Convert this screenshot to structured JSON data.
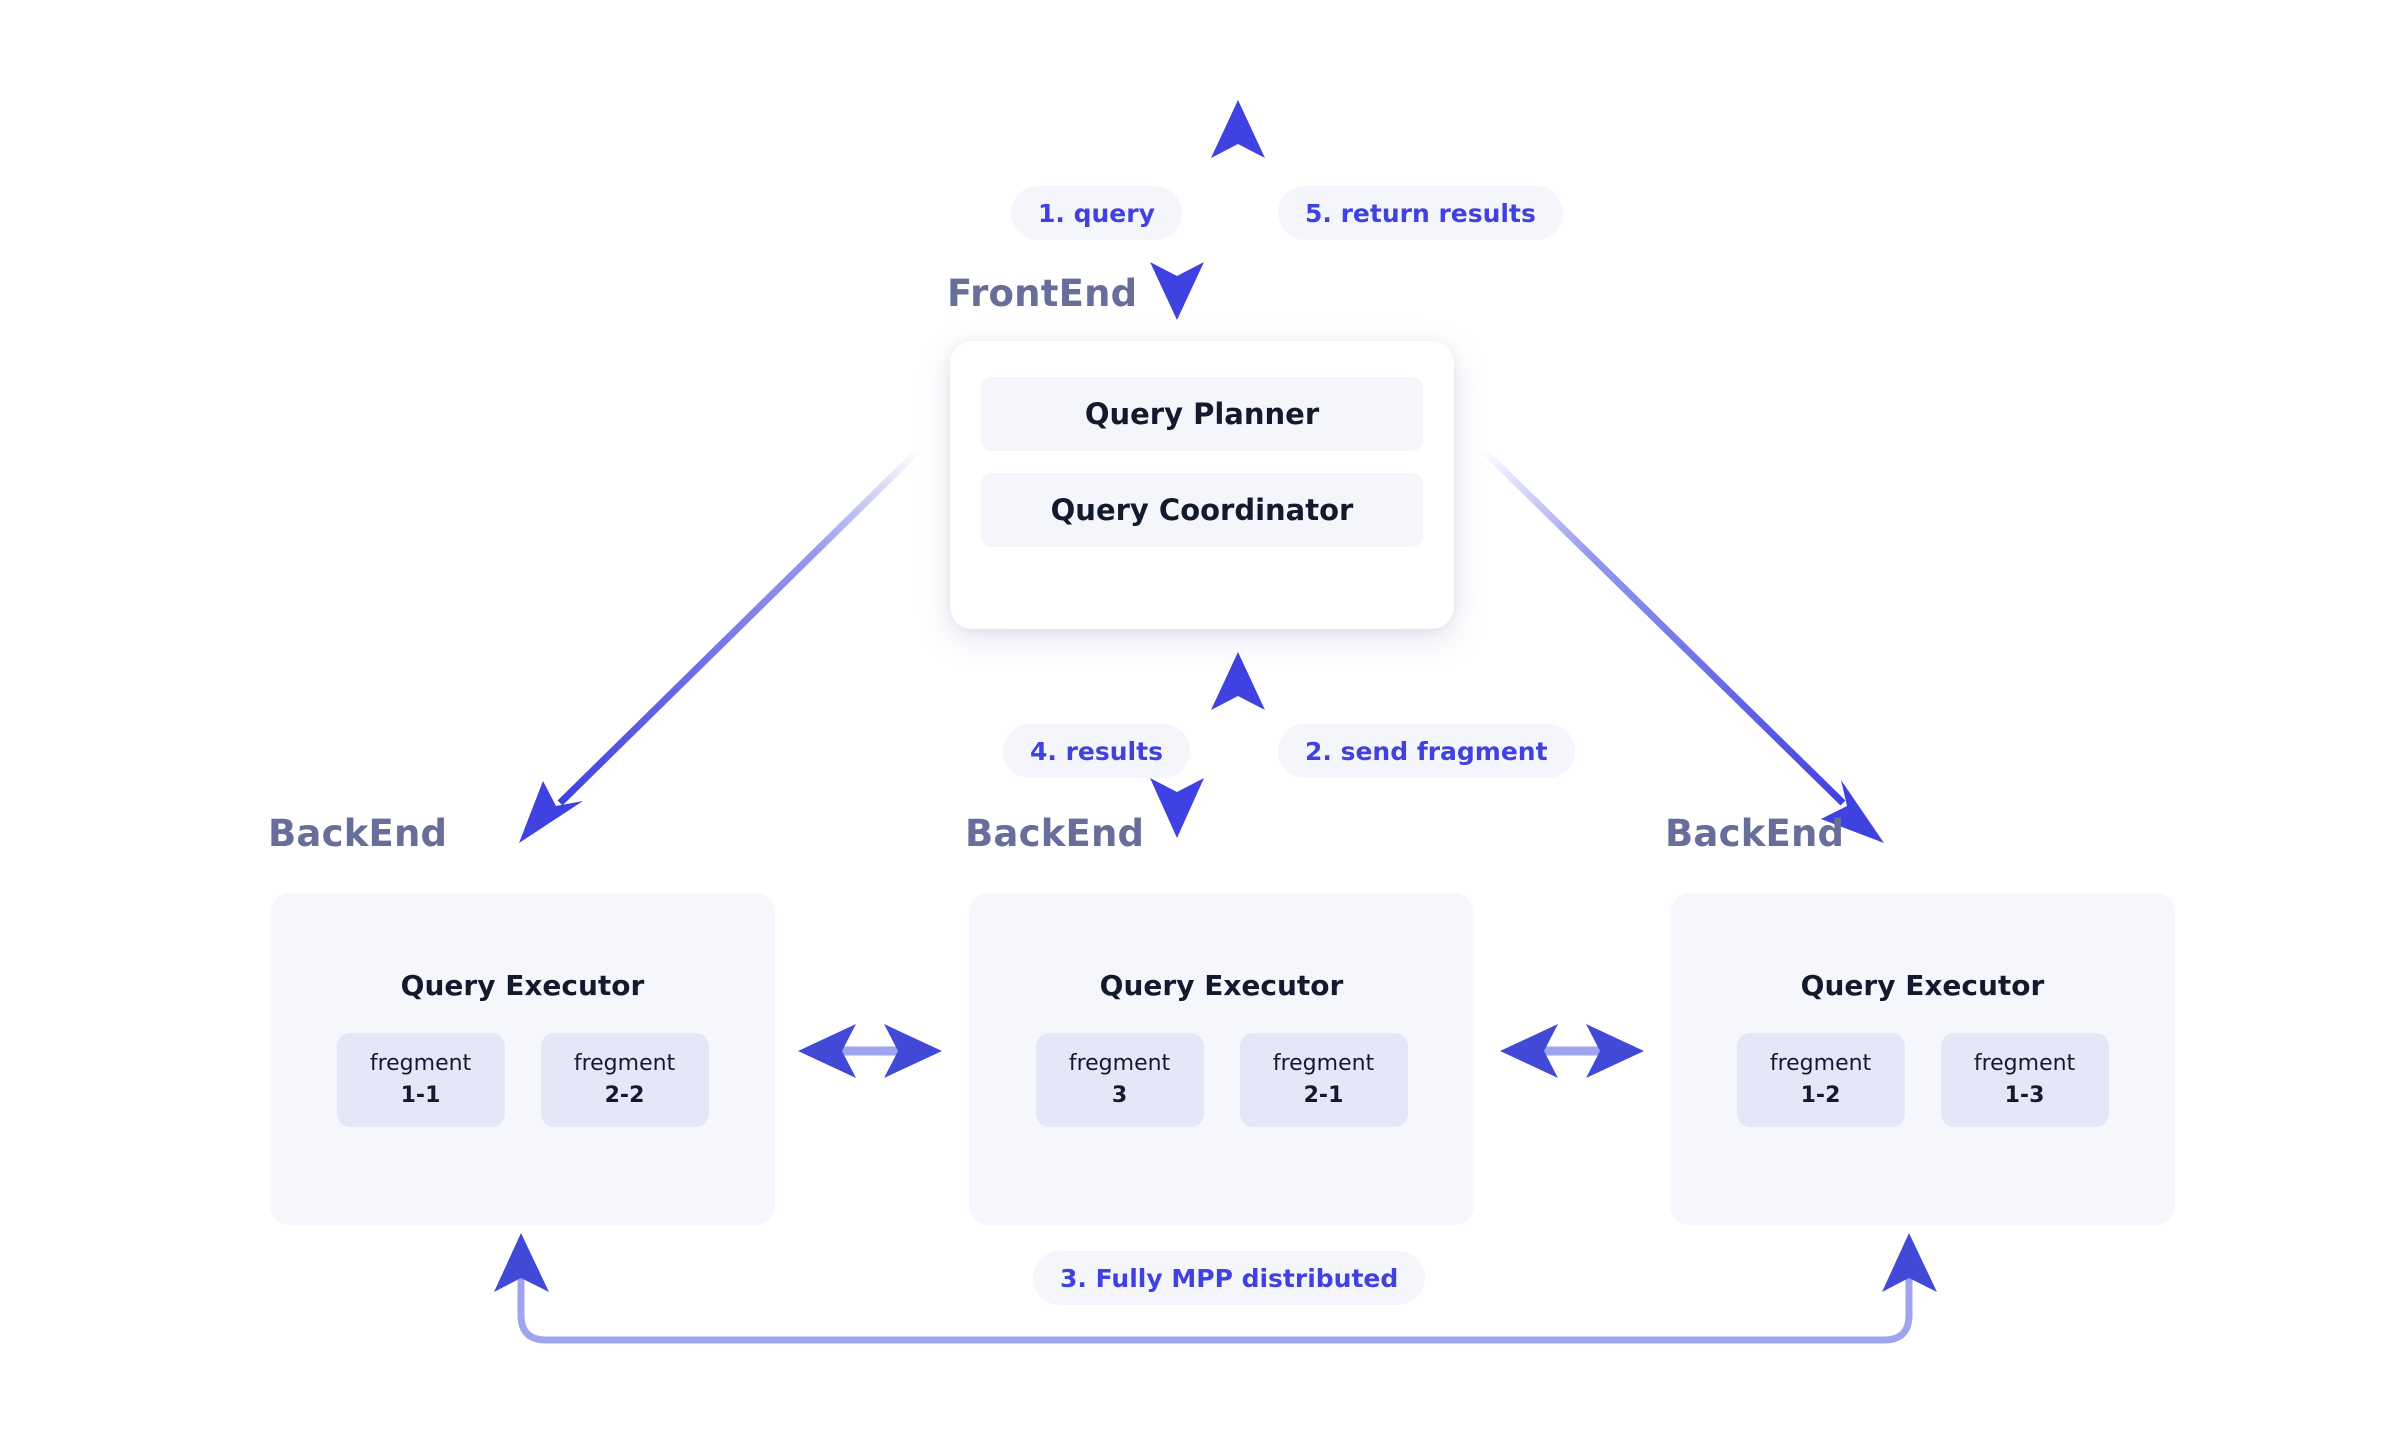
{
  "diagram": {
    "title": "MPP distributed query execution flow",
    "colors": {
      "accent": "#3f41e0",
      "accent_soft": "#9fa4ee",
      "tier_label": "#666e99",
      "card_bg": "#f6f7fd",
      "chip_bg": "#e6e6f9",
      "pill_bg": "#f4f6fc",
      "text_dark": "#131a2e",
      "page_bg": "#ffffff"
    }
  },
  "frontend": {
    "tier_label": "FrontEnd",
    "rows": [
      {
        "label": "Query Planner"
      },
      {
        "label": "Query Coordinator"
      }
    ]
  },
  "backends": [
    {
      "tier_label": "BackEnd",
      "executor_title": "Query Executor",
      "fragments": [
        {
          "name": "fregment",
          "id": "1-1"
        },
        {
          "name": "fregment",
          "id": "2-2"
        }
      ]
    },
    {
      "tier_label": "BackEnd",
      "executor_title": "Query Executor",
      "fragments": [
        {
          "name": "fregment",
          "id": "3"
        },
        {
          "name": "fregment",
          "id": "2-1"
        }
      ]
    },
    {
      "tier_label": "BackEnd",
      "executor_title": "Query Executor",
      "fragments": [
        {
          "name": "fregment",
          "id": "1-2"
        },
        {
          "name": "fregment",
          "id": "1-3"
        }
      ]
    }
  ],
  "steps": [
    {
      "key": "query",
      "label": "1. query"
    },
    {
      "key": "send_fragment",
      "label": "2. send fragment"
    },
    {
      "key": "mpp",
      "label": "3. Fully MPP distributed"
    },
    {
      "key": "results",
      "label": "4. results"
    },
    {
      "key": "return_results",
      "label": "5. return results"
    }
  ],
  "connectors": {
    "client_to_frontend": "1. query",
    "frontend_to_client": "5. return results",
    "frontend_to_backend": "2. send fragment",
    "backend_to_frontend": "4. results",
    "backend_to_backend": "3. Fully MPP distributed"
  }
}
